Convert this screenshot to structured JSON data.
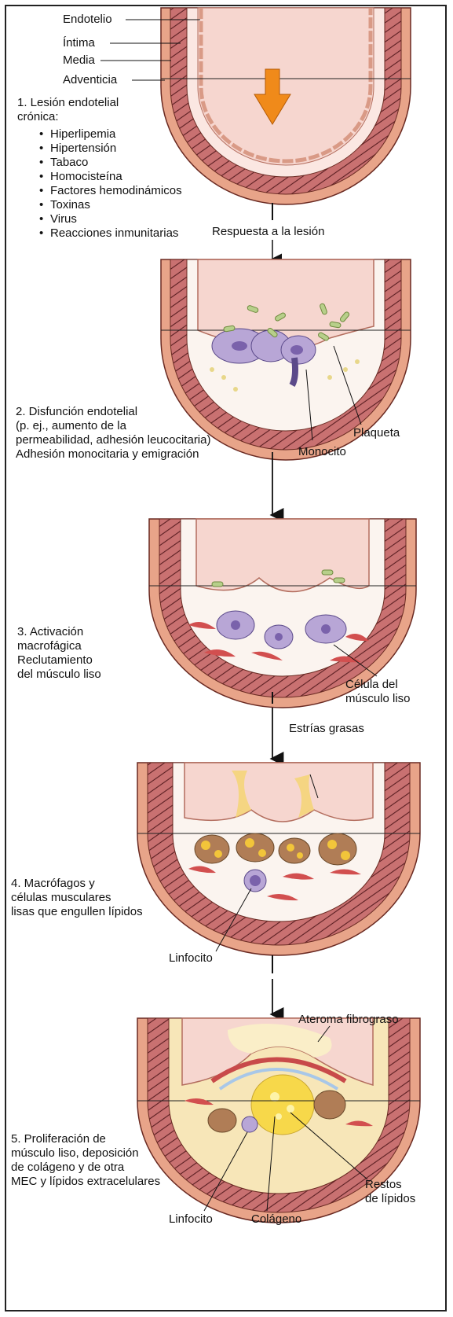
{
  "layer_labels": {
    "endotelio": "Endotelio",
    "intima": "Íntima",
    "media": "Media",
    "adventicia": "Adventicia"
  },
  "steps": [
    {
      "title": "1. Lesión endotelial\ncrónica:",
      "factors": [
        "Hiperlipemia",
        "Hipertensión",
        "Tabaco",
        "Homocisteína",
        "Factores hemodinámicos",
        "Toxinas",
        "Virus",
        "Reacciones inmunitarias"
      ]
    },
    {
      "title": "2. Disfunción endotelial\n(p. ej., aumento de la\npermeabilidad, adhesión leucocitaria)\nAdhesión monocitaria y emigración"
    },
    {
      "title": "3. Activación\nmacrofágica\nReclutamiento\ndel músculo liso"
    },
    {
      "title": "4. Macrófagos y\ncélulas musculares\nlisas que engullen lípidos"
    },
    {
      "title": "5. Proliferación de\nmúsculo liso, deposición\nde colágeno y de otra\nMEC y lípidos extracelulares"
    }
  ],
  "arrow_text": "Respuesta a la lesión",
  "callouts": {
    "plaqueta": "Plaqueta",
    "monocito": "Monocito",
    "celula_musculo_liso": "Célula del\nmúsculo liso",
    "estrias_grasas": "Estrías grasas",
    "linfocito_4": "Linfocito",
    "ateroma": "Ateroma fibrograso",
    "restos_lipidos": "Restos\nde lípidos",
    "linfocito_5": "Linfocito",
    "colageno": "Colágeno"
  },
  "colors": {
    "adventitia": "#e8a489",
    "media": "#c97171",
    "lumen": "#f6d6cf",
    "endothelium": "#f3c7b6",
    "injury_arrow": "#f08a1a",
    "monocyte": "#b8a6d6",
    "platelet": "#b7cf8a",
    "lipid": "#f2c53a"
  }
}
